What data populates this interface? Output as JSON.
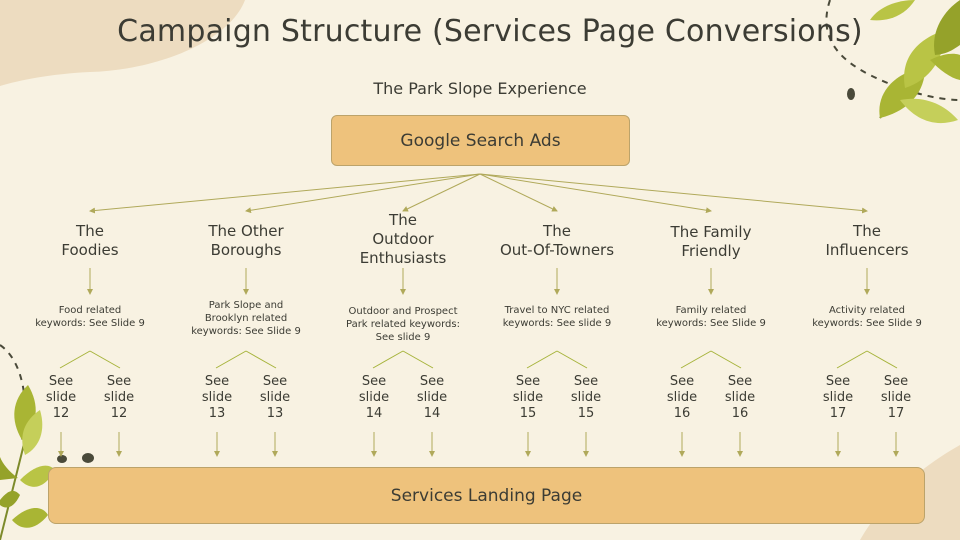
{
  "title": "Campaign Structure (Services Page Conversions)",
  "subtitle": "The Park Slope Experience",
  "top_box": "Google Search Ads",
  "bottom_box": "Services Landing Page",
  "see_label": "See",
  "slide_label": "slide",
  "audiences": [
    {
      "title_lines": [
        "The",
        "Foodies"
      ],
      "keywords_lines": [
        "Food related",
        "keywords: See Slide 9"
      ],
      "slides": [
        "12",
        "12"
      ]
    },
    {
      "title_lines": [
        "The Other",
        "Boroughs"
      ],
      "keywords_lines": [
        "Park Slope and",
        "Brooklyn related",
        "keywords: See Slide 9"
      ],
      "slides": [
        "13",
        "13"
      ]
    },
    {
      "title_lines": [
        "The",
        "Outdoor",
        "Enthusiasts"
      ],
      "keywords_lines": [
        "Outdoor and Prospect",
        "Park related keywords:",
        "See slide 9"
      ],
      "slides": [
        "14",
        "14"
      ]
    },
    {
      "title_lines": [
        "The",
        "Out-Of-Towners"
      ],
      "keywords_lines": [
        "Travel to NYC related",
        "keywords: See slide 9"
      ],
      "slides": [
        "15",
        "15"
      ]
    },
    {
      "title_lines": [
        "The Family",
        "Friendly"
      ],
      "keywords_lines": [
        "Family related",
        "keywords: See Slide 9"
      ],
      "slides": [
        "16",
        "16"
      ]
    },
    {
      "title_lines": [
        "The",
        "Influencers"
      ],
      "keywords_lines": [
        "Activity related",
        "keywords: See Slide 9"
      ],
      "slides": [
        "17",
        "17"
      ]
    }
  ],
  "colors": {
    "background": "#f8f2e2",
    "box_fill": "#eec27c",
    "connector": "#b0a95a",
    "leaf": "#a6b33a"
  }
}
